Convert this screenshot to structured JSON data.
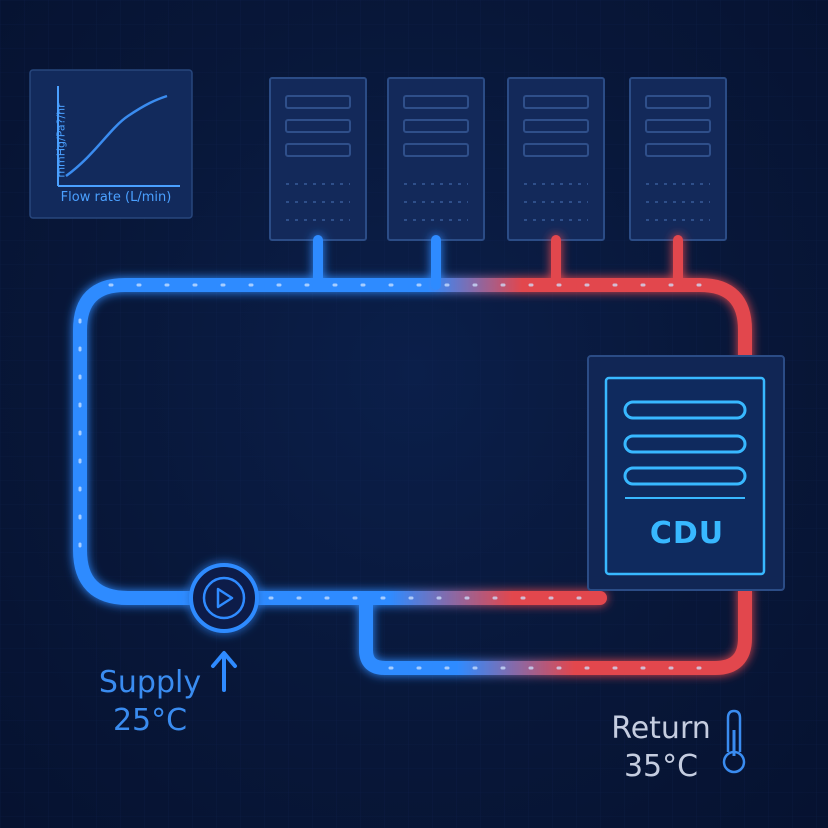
{
  "labels": {
    "supply_name": "Supply",
    "supply_temp": "25°C",
    "return_name": "Return",
    "return_temp": "35°C",
    "cdu": "CDU",
    "chart_xlabel": "Flow rate (L/min)",
    "chart_ylabel": "mmHg/Pa?/hr"
  },
  "colors": {
    "cold": "#2f8bff",
    "hot": "#e2474d",
    "panel": "#13295a",
    "panel_stroke": "#2b4c86",
    "cdu_accent": "#38b8ff"
  },
  "icons": [
    "pump-icon",
    "arrow-up-icon",
    "thermometer-icon",
    "server-rack-icon"
  ]
}
